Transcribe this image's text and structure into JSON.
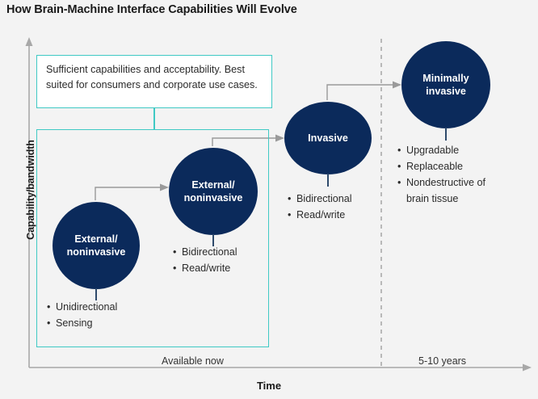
{
  "title": "How Brain-Machine Interface Capabilities Will Evolve",
  "axes": {
    "y_label": "Capability/bandwidth",
    "x_label": "Time",
    "periods": [
      {
        "label": "Available now"
      },
      {
        "label": "5-10 years"
      }
    ]
  },
  "callout": {
    "text": "Sufficient capabilities and acceptability. Best suited for consumers and corporate use cases.",
    "border_color": "#3fc9c4"
  },
  "colors": {
    "node_fill": "#0b2a5b",
    "teal": "#3fc9c4",
    "axis": "#a8a8a8",
    "arrow": "#9a9a9a",
    "background": "#f3f3f3"
  },
  "chart_data": {
    "type": "scatter",
    "title": "How Brain-Machine Interface Capabilities Will Evolve",
    "xlabel": "Time",
    "ylabel": "Capability/bandwidth",
    "x_categories": [
      "Available now",
      "5-10 years"
    ],
    "nodes": [
      {
        "label": "External/­noninvasive",
        "label_line1": "External/",
        "label_line2": "noninvasive",
        "stage": 1,
        "period": "Available now",
        "capability_rank": 1,
        "bullets": [
          "Unidirectional",
          "Sensing"
        ]
      },
      {
        "label": "External/noninvasive",
        "label_line1": "External/",
        "label_line2": "noninvasive",
        "stage": 2,
        "period": "Available now",
        "capability_rank": 2,
        "bullets": [
          "Bidirectional",
          "Read/write"
        ]
      },
      {
        "label": "Invasive",
        "label_line1": "Invasive",
        "label_line2": "",
        "stage": 3,
        "period": "Available now",
        "capability_rank": 3,
        "bullets": [
          "Bidirectional",
          "Read/write"
        ]
      },
      {
        "label": "Minimally invasive",
        "label_line1": "Minimally",
        "label_line2": "invasive",
        "stage": 4,
        "period": "5-10 years",
        "capability_rank": 4,
        "bullets": [
          "Upgradable",
          "Replaceable",
          "Nondestructive of brain tissue"
        ]
      }
    ]
  }
}
